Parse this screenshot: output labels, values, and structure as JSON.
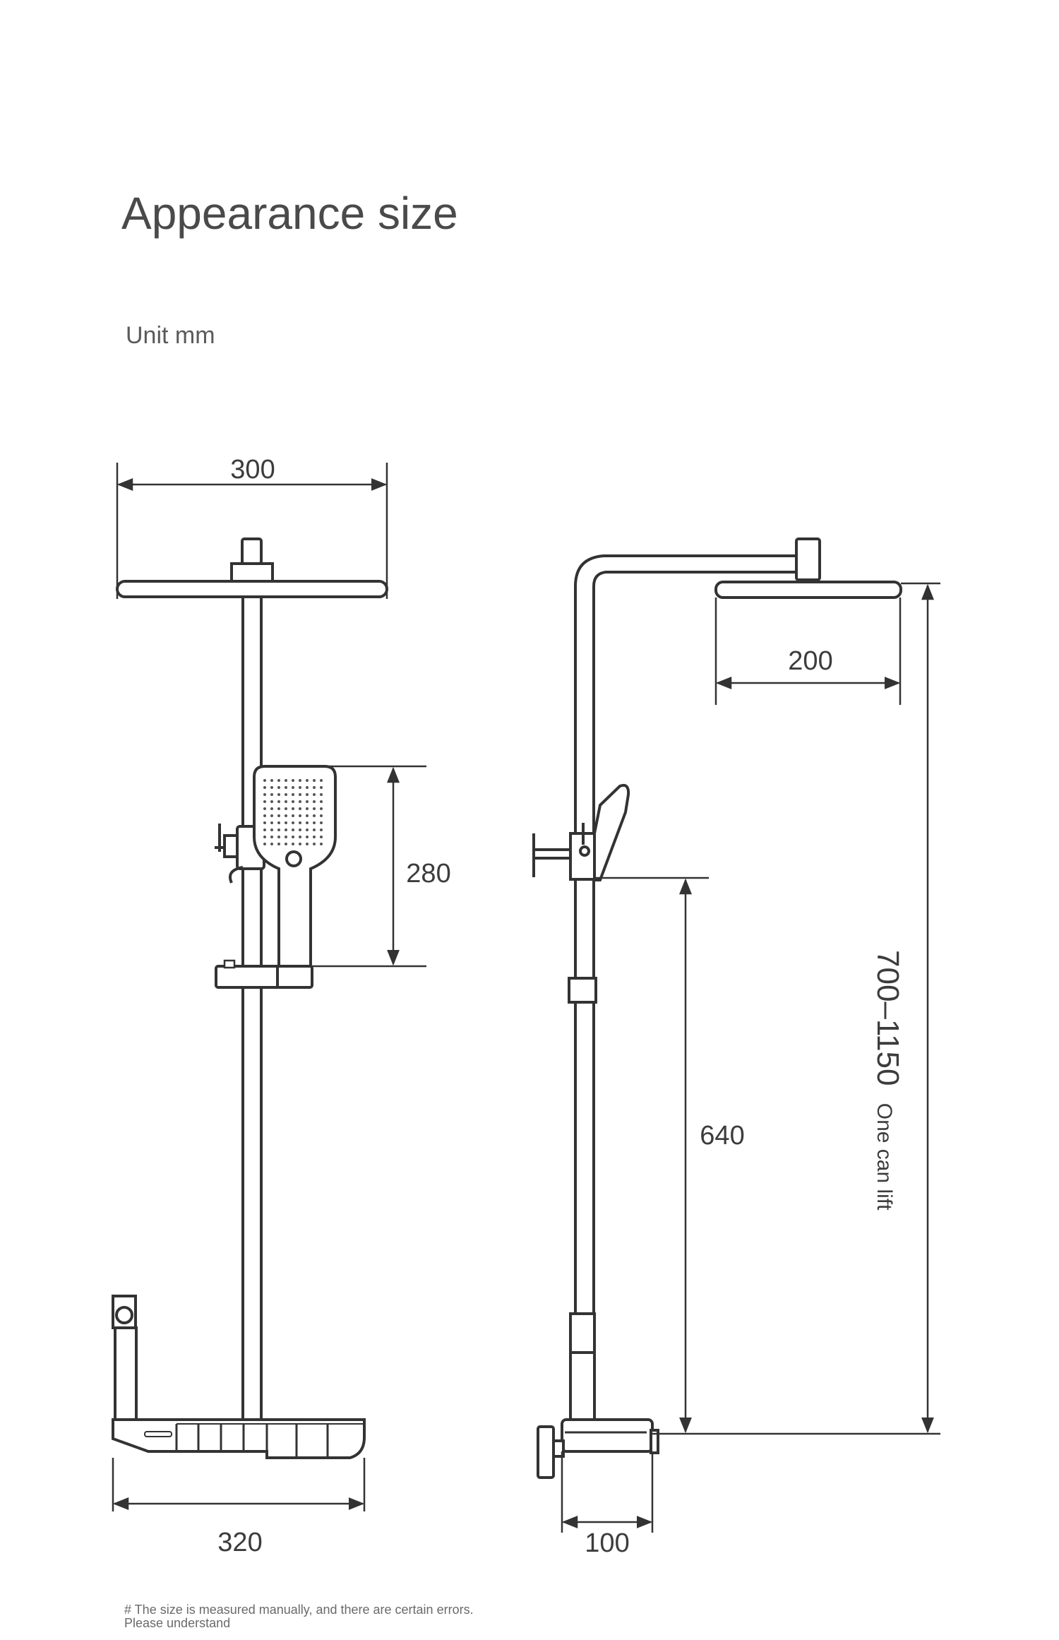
{
  "header": {
    "title": "Appearance size",
    "unit_label": "Unit mm"
  },
  "dimensions": {
    "front_head_width": "300",
    "hand_shower_height": "280",
    "shelf_width": "320",
    "side_head_depth": "200",
    "slide_height": "640",
    "total_height": "700–1150",
    "total_height_note": "One can lift",
    "shelf_depth": "100"
  },
  "footer": {
    "note_line1": "# The size is measured manually, and there are certain errors.",
    "note_line2": "Please understand"
  },
  "colors": {
    "line": "#333333",
    "text": "#3c3c3c"
  }
}
